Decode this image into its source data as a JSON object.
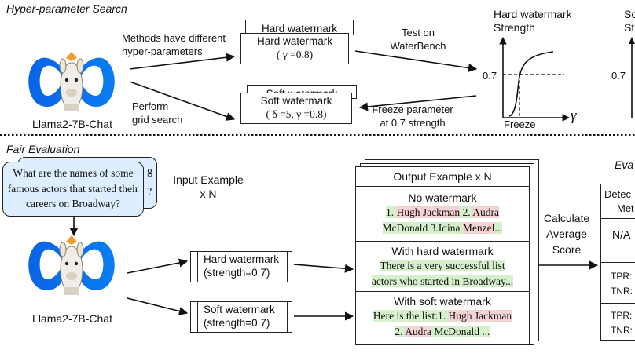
{
  "sections": {
    "top": "Hyper-parameter Search",
    "bottom": "Fair Evaluation",
    "right_partial": "Eva"
  },
  "model_label": "Llama2-7B-Chat",
  "top": {
    "methods_text": [
      "Methods have different",
      "hyper-parameters"
    ],
    "perform_text": [
      "Perform",
      "grid search"
    ],
    "hard_box": {
      "back": "Hard watermark",
      "title": "Hard watermark",
      "params": "( γ  =0.8)"
    },
    "soft_box": {
      "back": "Soft watermark",
      "title": "Soft watermark",
      "params": "( δ =5, γ =0.8)"
    },
    "test_text": [
      "Test on",
      "WaterBench"
    ],
    "freeze_text": [
      "Freeze parameter",
      "at 0.7 strength"
    ]
  },
  "graph": {
    "title": [
      "Hard watermark",
      "Strength"
    ],
    "y_tick": "0.7",
    "x_tick": "Freeze",
    "x_axis": "γ"
  },
  "graph2": {
    "title_partial": [
      "So",
      "St"
    ],
    "y_tick": "0.7"
  },
  "bottom": {
    "question": "What are the names of some famous actors that started their careers on Broadway?",
    "input_example": [
      "Input Example",
      "x N"
    ],
    "hard_box": [
      "Hard watermark",
      "(strength=0.7)"
    ],
    "soft_box": [
      "Soft watermark",
      "(strength=0.7)"
    ],
    "output_header": "Output Example x N",
    "no_wm": {
      "title": "No watermark",
      "line1": [
        "1. ",
        "Hugh Jackman",
        " 2. ",
        "Audra"
      ],
      "line2": [
        "McDonald 3.Idina ",
        "Menzel",
        "..."
      ]
    },
    "hard_wm": {
      "title": "With hard watermark",
      "line1": "There is a very successful list",
      "line2": "actors who started in Broadway..."
    },
    "soft_wm": {
      "title": "With soft watermark",
      "line1": [
        "Here is the list:1.  ",
        "Hugh Jackman"
      ],
      "line2": [
        "2. ",
        "Audra",
        " McDonald ..."
      ]
    },
    "calc_text": [
      "Calculate",
      "Average",
      "Score"
    ],
    "table_partial": {
      "header": [
        "Detec",
        "Met"
      ],
      "row1": "N/A",
      "row2": [
        "TPR:",
        "TNR:"
      ],
      "row3": [
        "TPR:",
        "TNR:"
      ]
    }
  }
}
